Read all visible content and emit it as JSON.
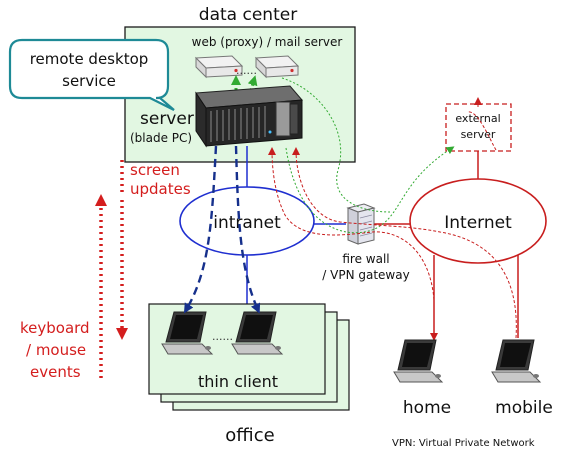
{
  "labels": {
    "data_center": "data center",
    "web_mail": "web (proxy) / mail server",
    "dots_top": "......",
    "callout_line1": "remote desktop",
    "callout_line2": "service",
    "server": "server",
    "server_sub": "(blade PC)",
    "external_line1": "external",
    "external_line2": "server",
    "screen_line1": "screen",
    "screen_line2": "updates",
    "intranet": "intranet",
    "internet": "Internet",
    "firewall_line1": "fire wall",
    "firewall_line2": "/ VPN gateway",
    "keyboard_line1": "keyboard",
    "keyboard_line2": "/ mouse",
    "keyboard_line3": "events",
    "dots_office": "......",
    "thin_client": "thin client",
    "office": "office",
    "home": "home",
    "mobile": "mobile",
    "footnote": "VPN: Virtual Private Network"
  },
  "colors": {
    "zone_fill": "#e2f7e2",
    "zone_stroke": "#1a1a1a",
    "callout_stroke": "#1e8a96",
    "intranet_stroke": "#1f2fd0",
    "internet_stroke": "#c81e1e",
    "screen_text": "#d41e1e",
    "flow_blue": "#16308c",
    "flow_red": "#c81e1e",
    "flow_green": "#33aa33"
  }
}
